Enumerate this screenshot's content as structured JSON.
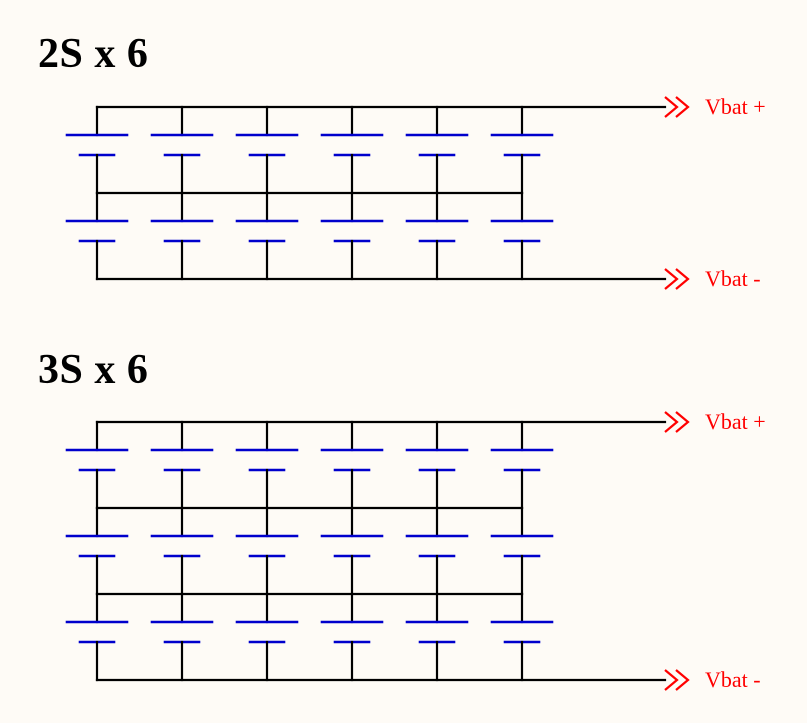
{
  "colors": {
    "background": "#fefbf6",
    "wire": "#000000",
    "cell": "#0000cc",
    "terminal": "#ff0000"
  },
  "diagrams": [
    {
      "title": "2S x 6",
      "series": 2,
      "parallel": 6,
      "terminals": {
        "positive": "Vbat +",
        "negative": "Vbat -"
      }
    },
    {
      "title": "3S x 6",
      "series": 3,
      "parallel": 6,
      "terminals": {
        "positive": "Vbat +",
        "negative": "Vbat -"
      }
    }
  ],
  "icons": {
    "terminal_arrow": "double-chevron-right-icon",
    "cell": "battery-cell-icon"
  }
}
